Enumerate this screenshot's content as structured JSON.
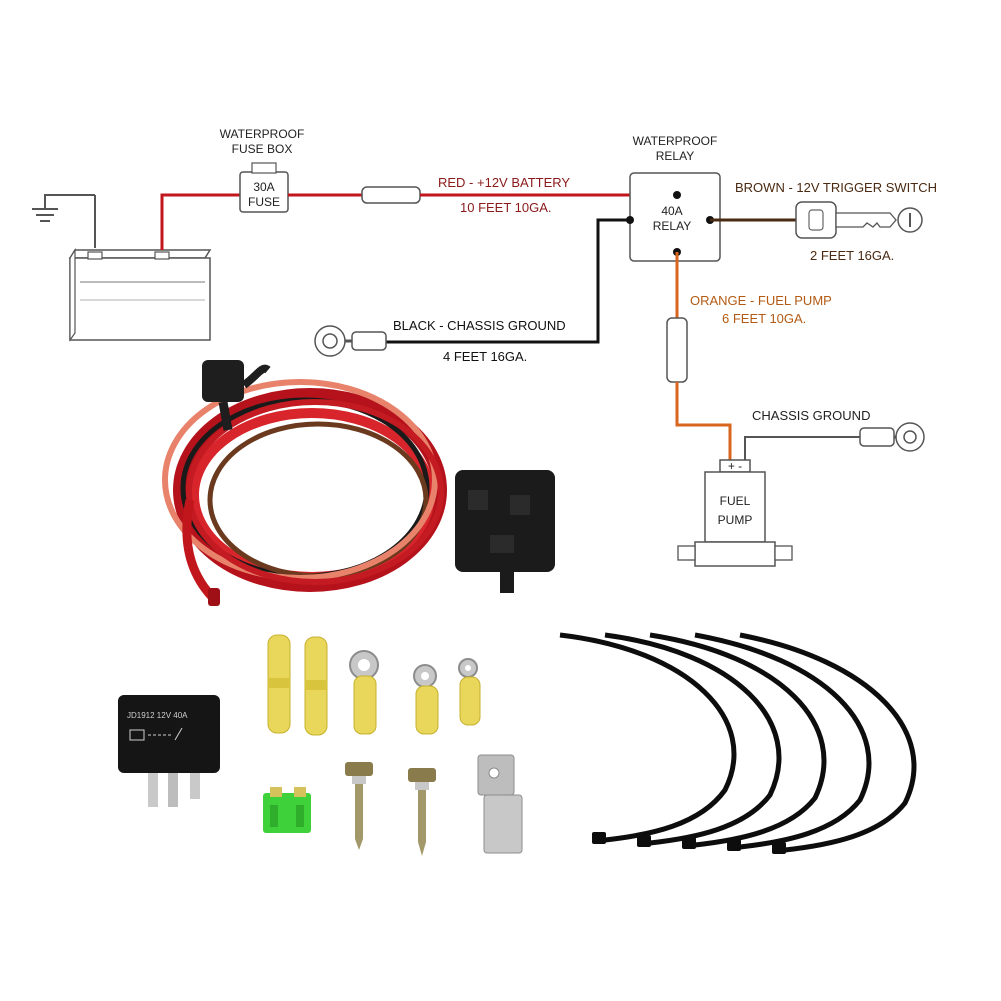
{
  "diagram": {
    "fuse_box": {
      "title_line1": "WATERPROOF",
      "title_line2": "FUSE BOX",
      "rating": "30A",
      "label": "FUSE"
    },
    "relay": {
      "title_line1": "WATERPROOF",
      "title_line2": "RELAY",
      "rating": "40A",
      "label": "RELAY"
    },
    "wires": {
      "red": {
        "name": "RED - +12V BATTERY",
        "spec": "10 FEET 10GA.",
        "color": "#c0161c"
      },
      "brown": {
        "name": "BROWN - 12V TRIGGER SWITCH",
        "spec": "2 FEET 16GA.",
        "color": "#4a2a12"
      },
      "black": {
        "name": "BLACK - CHASSIS GROUND",
        "spec": "4 FEET 16GA.",
        "color": "#111111"
      },
      "orange": {
        "name": "ORANGE - FUEL PUMP",
        "spec": "6 FEET 10GA.",
        "color": "#d9661f"
      }
    },
    "pump": {
      "ground_label": "CHASSIS GROUND",
      "line1": "FUEL",
      "line2": "PUMP",
      "terminals": "+ -"
    }
  },
  "kit": {
    "relay_marking": "JD1912 12V 40A",
    "colors": {
      "fuse": "#3fd13a",
      "connector": "#f2e04a",
      "tie": "#0d0d0d"
    }
  }
}
